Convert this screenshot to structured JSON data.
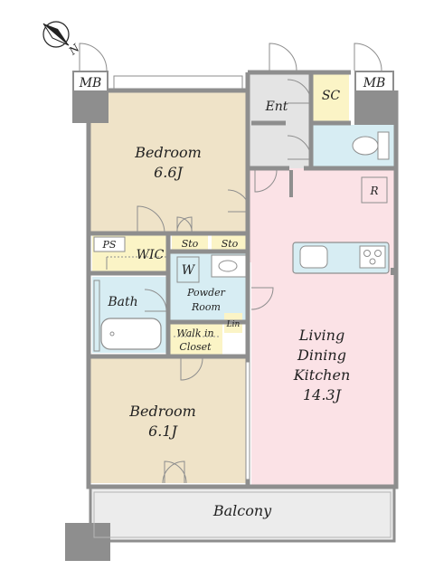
{
  "compass": {
    "north_letter": "N"
  },
  "colors": {
    "bedroom": "#efe3c8",
    "ldk": "#fbe2e6",
    "wet": "#d7edf3",
    "storage": "#fbf4c6",
    "entrance": "#e4e4e4",
    "balcony": "#ececec",
    "wall": "#8e8e8e",
    "column": "#8e8e8e"
  },
  "rooms": {
    "mb_left": "MB",
    "mb_right": "MB",
    "entrance": "Ent",
    "shoe_closet": "SC",
    "bedroom1_name": "Bedroom",
    "bedroom1_size": "6.6J",
    "refrigerator": "R",
    "pipe_space": "PS",
    "wic": "WIC",
    "storage1": "Sto",
    "storage2": "Sto",
    "washer": "W",
    "powder_line1": "Powder",
    "powder_line2": "Room",
    "linen": "Lin",
    "bath": "Bath",
    "walk_in_line1": "Walk in",
    "walk_in_line2": "Closet",
    "ldk_line1": "Living",
    "ldk_line2": "Dining",
    "ldk_line3": "Kitchen",
    "ldk_size": "14.3J",
    "bedroom2_name": "Bedroom",
    "bedroom2_size": "6.1J",
    "balcony": "Balcony"
  }
}
